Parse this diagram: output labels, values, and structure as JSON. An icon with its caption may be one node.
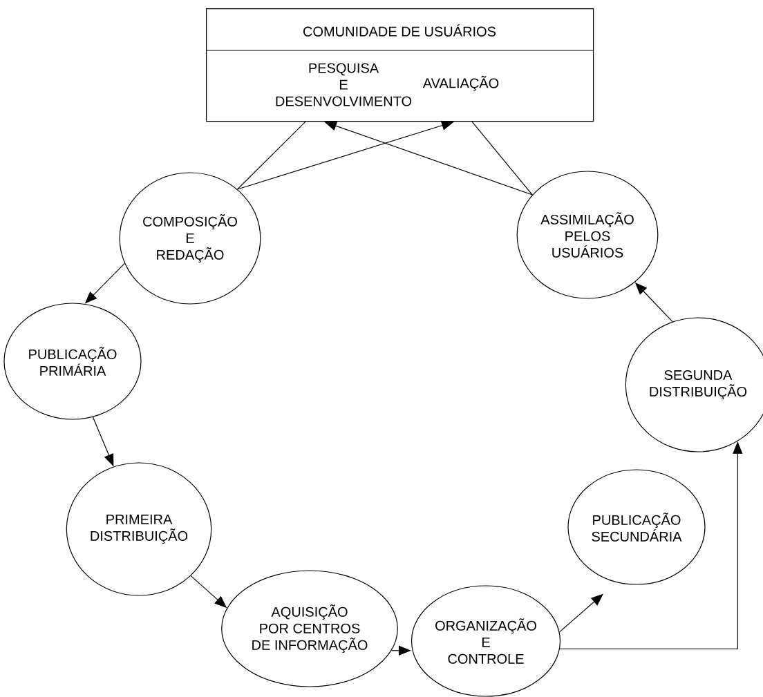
{
  "diagram": {
    "nodes": [
      {
        "text": [
          "COMUNIDADE DE USUÁRIOS"
        ]
      },
      {
        "text": [
          "PESQUISA E DESENVOLVIMENTO"
        ],
        "in": 0
      },
      {
        "text": [
          "AVALIAÇÃO"
        ],
        "in": 0
      },
      {
        "text": [
          "COMPOSIÇÃO E REDAÇÃO"
        ]
      },
      {
        "text": [
          "ASSIMILAÇÃO PELOS USUÁRIOS"
        ]
      },
      {
        "text": [
          "PUBLICAÇÃO PRIMÁRIA"
        ]
      },
      {
        "text": [
          "SEGUNDA DISTRIBUIÇÃO"
        ]
      },
      {
        "text": [
          "PRIMEIRA DISTRIBUIÇÃO"
        ]
      },
      {
        "text": [
          "PUBLICAÇÃO SECUNDÁRIA"
        ]
      },
      {
        "text": [
          "AQUISIÇÃO POR CENTROS DE INFORMAÇÃO"
        ]
      },
      {
        "text": [
          "ORGANIZAÇÃO E CONTROLE"
        ]
      }
    ],
    "edges": [
      {
        "from": 3,
        "to": 1,
        "arrow": "none"
      },
      {
        "from": 3,
        "to": 2,
        "arrow": "to"
      },
      {
        "from": 4,
        "to": 1,
        "arrow": "to"
      },
      {
        "from": 4,
        "to": 2,
        "arrow": "none"
      },
      {
        "from": 3,
        "to": 5,
        "arrow": "to"
      },
      {
        "from": 5,
        "to": 7,
        "arrow": "to"
      },
      {
        "from": 7,
        "to": 9,
        "arrow": "to"
      },
      {
        "from": 9,
        "to": 10,
        "arrow": "to"
      },
      {
        "from": 10,
        "to": 8,
        "arrow": "to"
      },
      {
        "from": 10,
        "to": 6,
        "arrow": "to"
      },
      {
        "from": 6,
        "to": 4,
        "arrow": "to"
      }
    ]
  }
}
